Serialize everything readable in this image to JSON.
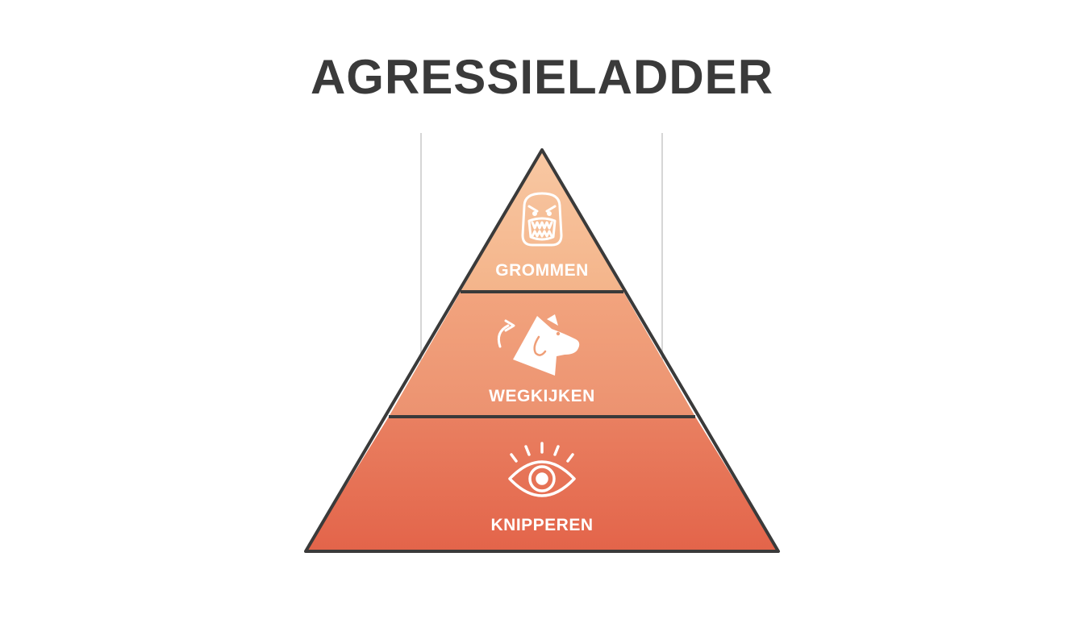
{
  "title": "AGRESSIELADDER",
  "levels": [
    {
      "label": "GROMMEN",
      "icon": "growling-face-icon"
    },
    {
      "label": "WEGKIJKEN",
      "icon": "dog-head-turning-icon"
    },
    {
      "label": "KNIPPEREN",
      "icon": "blinking-eye-icon"
    }
  ],
  "colors": {
    "title": "#3a3a3a",
    "outline": "#3a3a3a",
    "top_tier": "#f5b98e",
    "middle_tier": "#ef9f78",
    "bottom_tier": "#e5684a",
    "icon": "#ffffff"
  }
}
